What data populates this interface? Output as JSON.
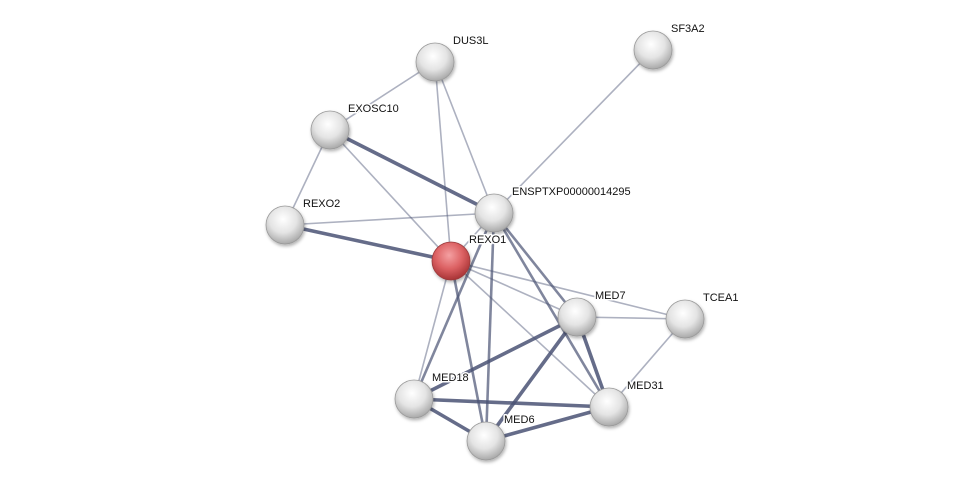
{
  "network": {
    "query_node": "REXO1",
    "colors": {
      "query": "#d9575b",
      "node": "#e6e6e6",
      "edge": "#4a5274"
    },
    "nodes": [
      "DUS3L",
      "SF3A2",
      "EXOSC10",
      "ENSPTXP00000014295",
      "REXO2",
      "REXO1",
      "MED7",
      "TCEA1",
      "MED18",
      "MED31",
      "MED6"
    ],
    "edges": [
      {
        "a": "EXOSC10",
        "b": "DUS3L",
        "strength": "low"
      },
      {
        "a": "EXOSC10",
        "b": "REXO2",
        "strength": "low"
      },
      {
        "a": "EXOSC10",
        "b": "ENSPTXP00000014295",
        "strength": "high"
      },
      {
        "a": "EXOSC10",
        "b": "REXO1",
        "strength": "low"
      },
      {
        "a": "DUS3L",
        "b": "REXO1",
        "strength": "low"
      },
      {
        "a": "DUS3L",
        "b": "ENSPTXP00000014295",
        "strength": "low"
      },
      {
        "a": "SF3A2",
        "b": "ENSPTXP00000014295",
        "strength": "low"
      },
      {
        "a": "REXO2",
        "b": "ENSPTXP00000014295",
        "strength": "low"
      },
      {
        "a": "REXO2",
        "b": "REXO1",
        "strength": "high"
      },
      {
        "a": "REXO1",
        "b": "ENSPTXP00000014295",
        "strength": "low"
      },
      {
        "a": "REXO1",
        "b": "TCEA1",
        "strength": "low"
      },
      {
        "a": "REXO1",
        "b": "MED7",
        "strength": "low"
      },
      {
        "a": "REXO1",
        "b": "MED31",
        "strength": "low"
      },
      {
        "a": "REXO1",
        "b": "MED18",
        "strength": "low"
      },
      {
        "a": "REXO1",
        "b": "MED6",
        "strength": "medium"
      },
      {
        "a": "ENSPTXP00000014295",
        "b": "MED18",
        "strength": "medium"
      },
      {
        "a": "ENSPTXP00000014295",
        "b": "MED6",
        "strength": "medium"
      },
      {
        "a": "ENSPTXP00000014295",
        "b": "MED7",
        "strength": "medium"
      },
      {
        "a": "ENSPTXP00000014295",
        "b": "MED31",
        "strength": "medium"
      },
      {
        "a": "MED7",
        "b": "TCEA1",
        "strength": "low"
      },
      {
        "a": "TCEA1",
        "b": "MED31",
        "strength": "low"
      },
      {
        "a": "MED7",
        "b": "MED18",
        "strength": "high"
      },
      {
        "a": "MED7",
        "b": "MED6",
        "strength": "high"
      },
      {
        "a": "MED7",
        "b": "MED31",
        "strength": "high"
      },
      {
        "a": "MED18",
        "b": "MED31",
        "strength": "high"
      },
      {
        "a": "MED18",
        "b": "MED6",
        "strength": "high"
      },
      {
        "a": "MED6",
        "b": "MED31",
        "strength": "high"
      }
    ]
  }
}
